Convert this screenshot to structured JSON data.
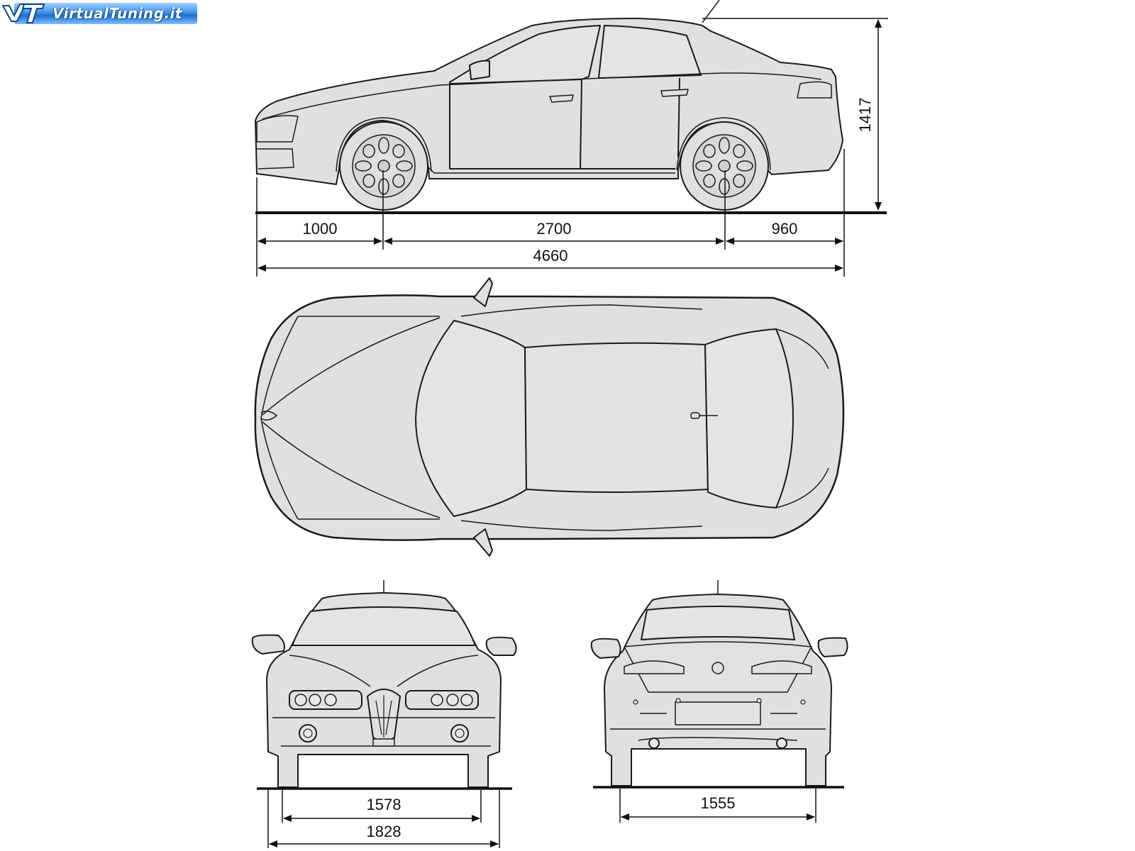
{
  "logo": {
    "text": "VirtualTuning.it"
  },
  "colors": {
    "body_fill": "#e0e0e0",
    "outline": "#1a1a1a",
    "accent": "#2f86dd"
  },
  "dimensions": {
    "front_overhang": "1000",
    "wheelbase": "2700",
    "rear_overhang": "960",
    "overall_length": "4660",
    "height": "1417",
    "front_track": "1578",
    "overall_width": "1828",
    "rear_track": "1555"
  }
}
